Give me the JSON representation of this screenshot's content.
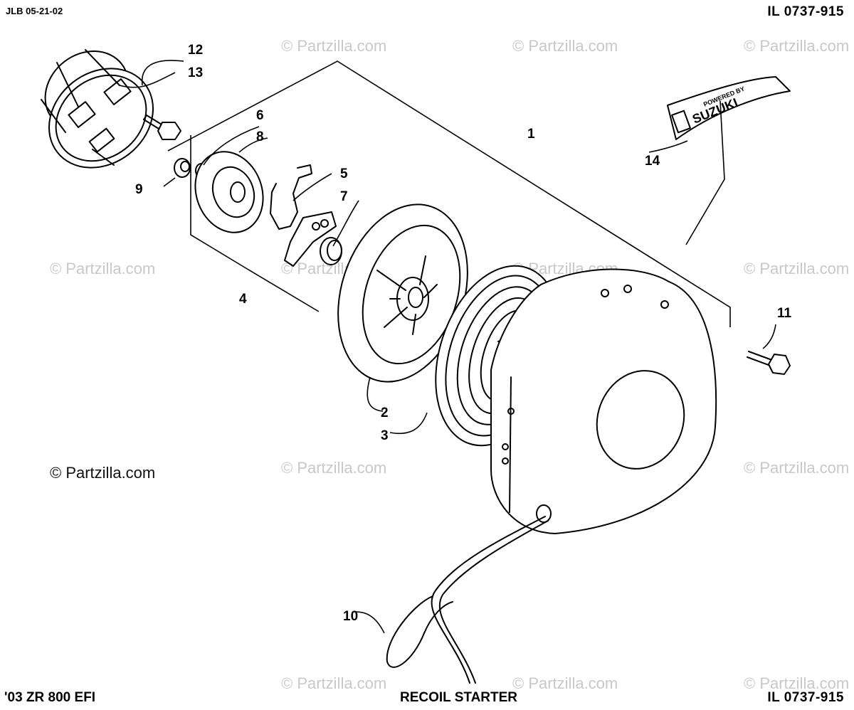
{
  "header": {
    "date_code": "JLB 05-21-02",
    "illustration_code": "IL 0737-915"
  },
  "footer": {
    "model": "'03 ZR 800 EFI",
    "title": "RECOIL STARTER",
    "illustration_code": "IL 0737-915"
  },
  "copyright": "© Partzilla.com",
  "watermark": "© Partzilla.com",
  "decal": {
    "line1": "POWERED BY",
    "line2": "SUZUKI"
  },
  "callouts": [
    {
      "id": "1",
      "label": "1"
    },
    {
      "id": "2",
      "label": "2"
    },
    {
      "id": "3",
      "label": "3"
    },
    {
      "id": "4",
      "label": "4"
    },
    {
      "id": "5",
      "label": "5"
    },
    {
      "id": "6",
      "label": "6"
    },
    {
      "id": "7",
      "label": "7"
    },
    {
      "id": "8",
      "label": "8"
    },
    {
      "id": "9",
      "label": "9"
    },
    {
      "id": "10",
      "label": "10"
    },
    {
      "id": "11",
      "label": "11"
    },
    {
      "id": "12",
      "label": "12"
    },
    {
      "id": "13",
      "label": "13"
    },
    {
      "id": "14",
      "label": "14"
    }
  ]
}
